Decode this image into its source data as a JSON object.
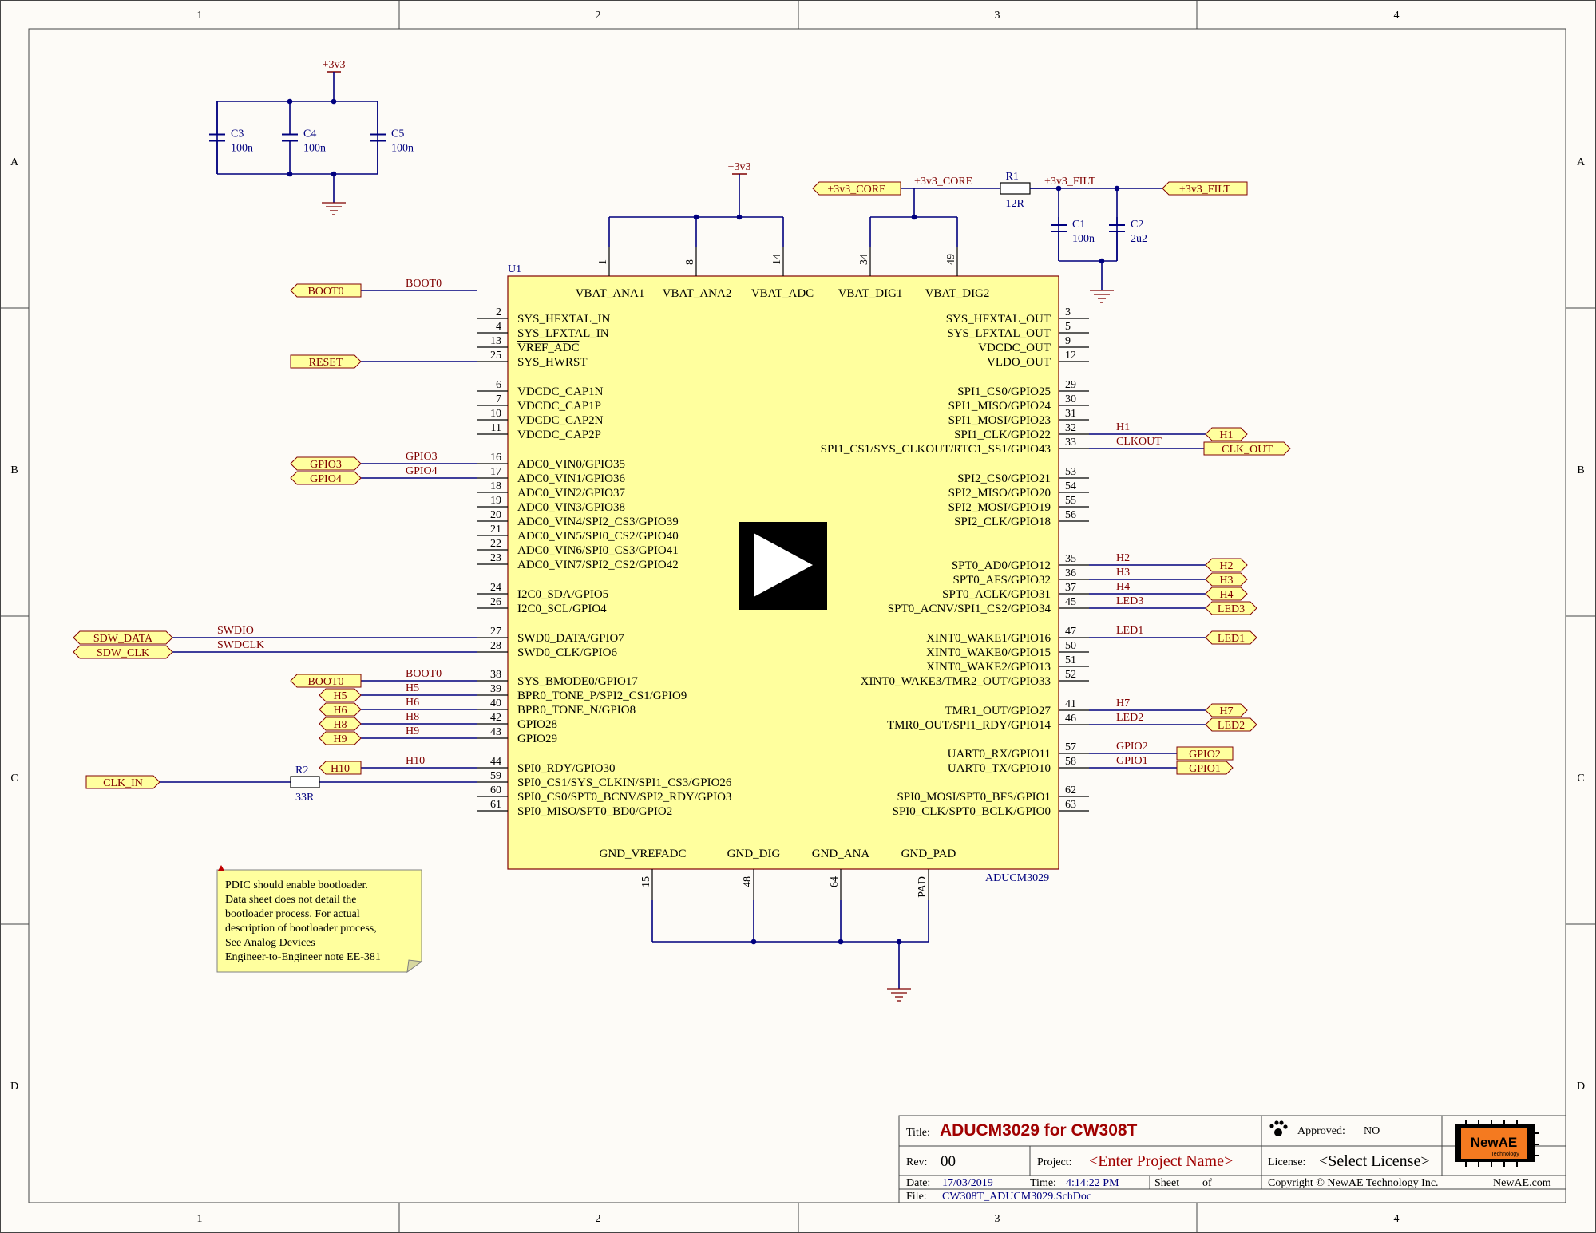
{
  "frame": {
    "col_labels": [
      "1",
      "2",
      "3",
      "4"
    ],
    "row_labels": [
      "A",
      "B",
      "C",
      "D"
    ]
  },
  "colors": {
    "wire": "#00007f",
    "net": "#7f0000",
    "body": "#ffff9e",
    "body_stroke": "#800000",
    "port": "#ffff9e"
  },
  "power": {
    "rail_top_left": "+3v3",
    "rail_vbat": "+3v3",
    "core_net": "+3v3_CORE",
    "filt_net": "+3v3_FILT"
  },
  "caps": [
    {
      "ref": "C3",
      "value": "100n"
    },
    {
      "ref": "C4",
      "value": "100n"
    },
    {
      "ref": "C5",
      "value": "100n"
    },
    {
      "ref": "C1",
      "value": "100n"
    },
    {
      "ref": "C2",
      "value": "2u2"
    }
  ],
  "resistors": [
    {
      "ref": "R1",
      "value": "12R"
    },
    {
      "ref": "R2",
      "value": "33R"
    }
  ],
  "chip": {
    "ref": "U1",
    "part": "ADUCM3029",
    "top_pins": [
      {
        "name": "VBAT_ANA1",
        "num": "1"
      },
      {
        "name": "VBAT_ANA2",
        "num": "8"
      },
      {
        "name": "VBAT_ADC",
        "num": "14"
      },
      {
        "name": "VBAT_DIG1",
        "num": "34"
      },
      {
        "name": "VBAT_DIG2",
        "num": "49"
      }
    ],
    "bottom_pins": [
      {
        "name": "GND_VREFADC",
        "num": "15"
      },
      {
        "name": "GND_DIG",
        "num": "48"
      },
      {
        "name": "GND_ANA",
        "num": "64"
      },
      {
        "name": "GND_PAD",
        "num": "PAD"
      }
    ],
    "left_pins": [
      {
        "name": "SYS_HFXTAL_IN",
        "num": "2"
      },
      {
        "name": "SYS_LFXTAL_IN",
        "num": "4"
      },
      {
        "name": "VREF_ADC",
        "num": "13"
      },
      {
        "name": "SYS_HWRST",
        "num": "25",
        "net": "",
        "port": "RESET"
      },
      {
        "name": "VDCDC_CAP1N",
        "num": "6"
      },
      {
        "name": "VDCDC_CAP1P",
        "num": "7"
      },
      {
        "name": "VDCDC_CAP2N",
        "num": "10"
      },
      {
        "name": "VDCDC_CAP2P",
        "num": "11"
      },
      {
        "name": "ADC0_VIN0/GPIO35",
        "num": "16",
        "net": "GPIO3",
        "port": "GPIO3"
      },
      {
        "name": "ADC0_VIN1/GPIO36",
        "num": "17",
        "net": "GPIO4",
        "port": "GPIO4"
      },
      {
        "name": "ADC0_VIN2/GPIO37",
        "num": "18"
      },
      {
        "name": "ADC0_VIN3/GPIO38",
        "num": "19"
      },
      {
        "name": "ADC0_VIN4/SPI2_CS3/GPIO39",
        "num": "20"
      },
      {
        "name": "ADC0_VIN5/SPI0_CS2/GPIO40",
        "num": "21"
      },
      {
        "name": "ADC0_VIN6/SPI0_CS3/GPIO41",
        "num": "22"
      },
      {
        "name": "ADC0_VIN7/SPI2_CS2/GPIO42",
        "num": "23"
      },
      {
        "name": "I2C0_SDA/GPIO5",
        "num": "24"
      },
      {
        "name": "I2C0_SCL/GPIO4",
        "num": "26"
      },
      {
        "name": "SWD0_DATA/GPIO7",
        "num": "27",
        "net": "SWDIO",
        "port": "SDW_DATA"
      },
      {
        "name": "SWD0_CLK/GPIO6",
        "num": "28",
        "net": "SWDCLK",
        "port": "SDW_CLK"
      },
      {
        "name": "SYS_BMODE0/GPIO17",
        "num": "38",
        "net": "BOOT0",
        "port": "BOOT0"
      },
      {
        "name": "BPR0_TONE_P/SPI2_CS1/GPIO9",
        "num": "39",
        "net": "H5",
        "port": "H5"
      },
      {
        "name": "BPR0_TONE_N/GPIO8",
        "num": "40",
        "net": "H6",
        "port": "H6"
      },
      {
        "name": "GPIO28",
        "num": "42",
        "net": "H8",
        "port": "H8"
      },
      {
        "name": "GPIO29",
        "num": "43",
        "net": "H9",
        "port": "H9"
      },
      {
        "name": "SPI0_RDY/GPIO30",
        "num": "44",
        "net": "H10",
        "port": "H10"
      },
      {
        "name": "SPI0_CS1/SYS_CLKIN/SPI1_CS3/GPIO26",
        "num": "59",
        "net": "",
        "port": "CLK_IN"
      },
      {
        "name": "SPI0_CS0/SPT0_BCNV/SPI2_RDY/GPIO3",
        "num": "60"
      },
      {
        "name": "SPI0_MISO/SPT0_BD0/GPIO2",
        "num": "61"
      }
    ],
    "right_pins": [
      {
        "name": "SYS_HFXTAL_OUT",
        "num": "3"
      },
      {
        "name": "SYS_LFXTAL_OUT",
        "num": "5"
      },
      {
        "name": "VDCDC_OUT",
        "num": "9"
      },
      {
        "name": "VLDO_OUT",
        "num": "12"
      },
      {
        "name": "SPI1_CS0/GPIO25",
        "num": "29"
      },
      {
        "name": "SPI1_MISO/GPIO24",
        "num": "30"
      },
      {
        "name": "SPI1_MOSI/GPIO23",
        "num": "31"
      },
      {
        "name": "SPI1_CLK/GPIO22",
        "num": "32",
        "net": "H1",
        "port": "H1"
      },
      {
        "name": "SPI1_CS1/SYS_CLKOUT/RTC1_SS1/GPIO43",
        "num": "33",
        "net": "CLKOUT",
        "port": "CLK_OUT"
      },
      {
        "name": "SPI2_CS0/GPIO21",
        "num": "53"
      },
      {
        "name": "SPI2_MISO/GPIO20",
        "num": "54"
      },
      {
        "name": "SPI2_MOSI/GPIO19",
        "num": "55"
      },
      {
        "name": "SPI2_CLK/GPIO18",
        "num": "56"
      },
      {
        "name": "SPT0_AD0/GPIO12",
        "num": "35",
        "net": "H2",
        "port": "H2"
      },
      {
        "name": "SPT0_AFS/GPIO32",
        "num": "36",
        "net": "H3",
        "port": "H3"
      },
      {
        "name": "SPT0_ACLK/GPIO31",
        "num": "37",
        "net": "H4",
        "port": "H4"
      },
      {
        "name": "SPT0_ACNV/SPI1_CS2/GPIO34",
        "num": "45",
        "net": "LED3",
        "port": "LED3"
      },
      {
        "name": "XINT0_WAKE1/GPIO16",
        "num": "47",
        "net": "LED1",
        "port": "LED1"
      },
      {
        "name": "XINT0_WAKE0/GPIO15",
        "num": "50"
      },
      {
        "name": "XINT0_WAKE2/GPIO13",
        "num": "51"
      },
      {
        "name": "XINT0_WAKE3/TMR2_OUT/GPIO33",
        "num": "52"
      },
      {
        "name": "TMR1_OUT/GPIO27",
        "num": "41",
        "net": "H7",
        "port": "H7"
      },
      {
        "name": "TMR0_OUT/SPI1_RDY/GPIO14",
        "num": "46",
        "net": "LED2",
        "port": "LED2"
      },
      {
        "name": "UART0_RX/GPIO11",
        "num": "57",
        "net": "GPIO2",
        "port": "GPIO2"
      },
      {
        "name": "UART0_TX/GPIO10",
        "num": "58",
        "net": "GPIO1",
        "port": "GPIO1"
      },
      {
        "name": "SPI0_MOSI/SPT0_BFS/GPIO1",
        "num": "62"
      },
      {
        "name": "SPI0_CLK/SPT0_BCLK/GPIO0",
        "num": "63"
      }
    ]
  },
  "core_port": "+3v3_CORE",
  "filt_port": "+3v3_FILT",
  "note": {
    "lines": [
      "PDIC should enable bootloader.",
      "Data sheet does not detail the",
      "bootloader process. For actual",
      "description of bootloader process,",
      "See Analog Devices",
      "Engineer-to-Engineer note EE-381"
    ]
  },
  "title_block": {
    "title_label": "Title:",
    "title": "ADUCM3029 for CW308T",
    "approved_label": "Approved:",
    "approved": "NO",
    "rev_label": "Rev:",
    "rev": "00",
    "project_label": "Project:",
    "project": "<Enter Project Name>",
    "license_label": "License:",
    "license": "<Select License>",
    "date_label": "Date:",
    "date": "17/03/2019",
    "time_label": "Time:",
    "time": "4:14:22 PM",
    "sheet_label": "Sheet",
    "of_label": "of",
    "copyright": "Copyright © NewAE Technology Inc.",
    "site": "NewAE.com",
    "file_label": "File:",
    "file": "CW308T_ADUCM3029.SchDoc",
    "logo_main": "NewAE",
    "logo_sub": "Technology"
  }
}
